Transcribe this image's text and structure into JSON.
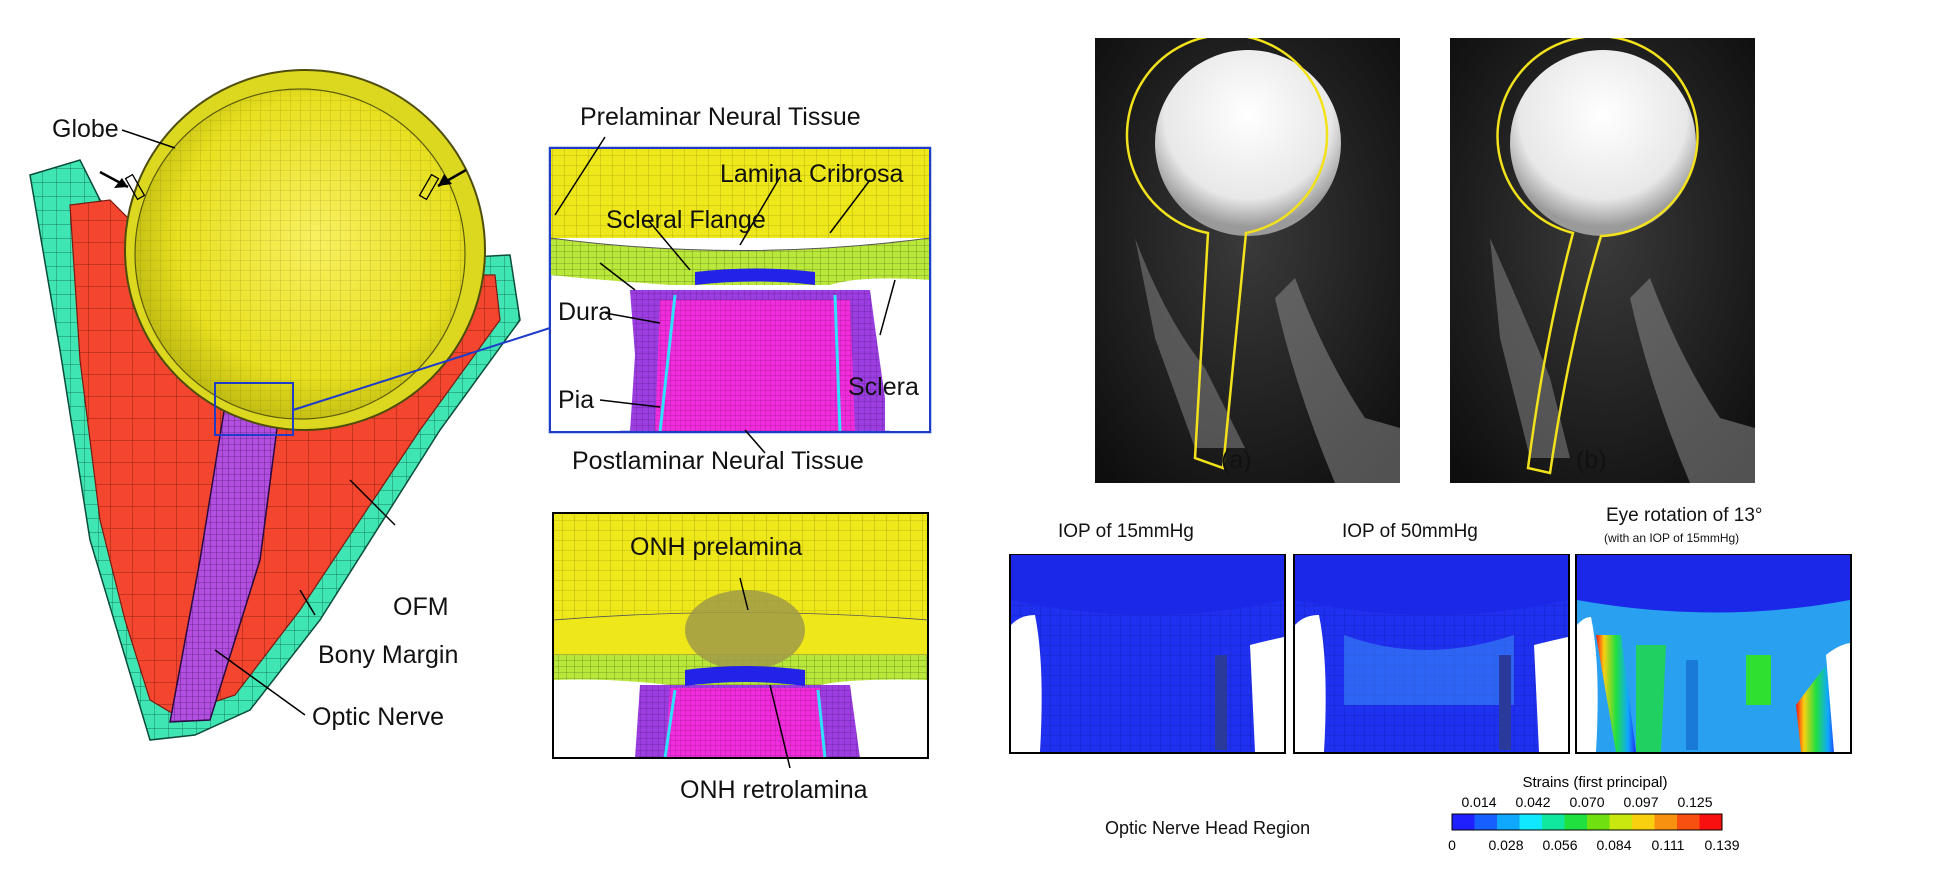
{
  "left_model": {
    "labels": {
      "globe": "Globe",
      "ofm": "OFM",
      "bony_margin": "Bony Margin",
      "optic_nerve": "Optic Nerve"
    }
  },
  "zoom_panel": {
    "labels": {
      "prelaminar": "Prelaminar Neural Tissue",
      "lamina_cribrosa": "Lamina Cribrosa",
      "scleral_flange": "Scleral Flange",
      "dura": "Dura",
      "pia": "Pia",
      "sclera": "Sclera",
      "postlaminar": "Postlaminar Neural Tissue"
    }
  },
  "onh_panel": {
    "labels": {
      "prelamina": "ONH prelamina",
      "retrolamina": "ONH retrolamina"
    }
  },
  "mri": {
    "panels": [
      {
        "label": "(a)"
      },
      {
        "label": "(b)"
      }
    ],
    "outline_color": "#f2e21c"
  },
  "strain_maps": {
    "panels": [
      {
        "title": "IOP of 15mmHg",
        "subtitle": ""
      },
      {
        "title": "IOP of 50mmHg",
        "subtitle": ""
      },
      {
        "title": "Eye rotation of 13°",
        "subtitle": "(with an IOP of 15mmHg)"
      }
    ],
    "region_label": "Optic Nerve Head Region"
  },
  "colorbar": {
    "title": "Strains (first principal)",
    "top_ticks": [
      "0.014",
      "0.042",
      "0.070",
      "0.097",
      "0.125"
    ],
    "bottom_ticks": [
      "0",
      "0.028",
      "0.056",
      "0.084",
      "0.111",
      "0.139"
    ],
    "colors": [
      "#2020ff",
      "#1660ff",
      "#10a8ff",
      "#10e8ff",
      "#10e8a0",
      "#20e040",
      "#70e010",
      "#c8e810",
      "#f8d010",
      "#f89010",
      "#f85010",
      "#f81010"
    ]
  }
}
